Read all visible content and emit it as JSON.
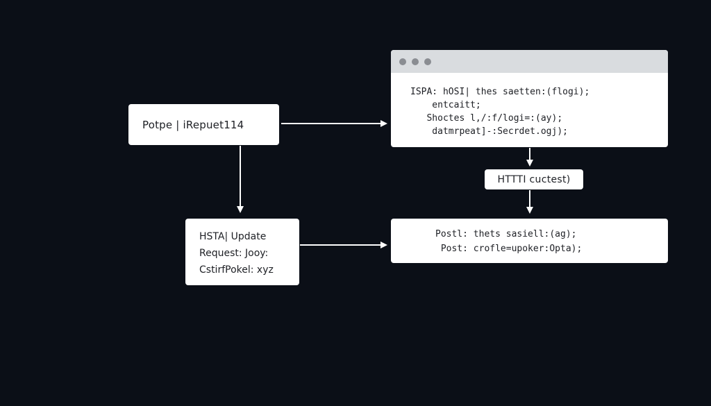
{
  "request_box": {
    "label": "Potpe | iRepuet114"
  },
  "update_box": {
    "lines": [
      "HSTA| Update",
      "Request: Jooy:",
      "CstirfPokel: xyz"
    ]
  },
  "code_window": {
    "lines": [
      "ISPA: hOSI| thes saetten:(flogi);",
      "    entcaitt;",
      "   Shoctes l,/:f/logi=:(ay);",
      "    datmrpeat]-:Secrdet.ogj);"
    ]
  },
  "http_label": {
    "text": "HTTTI cuctest)"
  },
  "response_box": {
    "lines": [
      "Postl: thets sasiell:(ag);",
      " Post: crofle=upoker:Opta);"
    ]
  },
  "colors": {
    "background": "#0b0f17",
    "box": "#ffffff",
    "arrow": "#ffffff",
    "titlebar": "#d9dcdf",
    "window_dot": "#8a8d92"
  }
}
